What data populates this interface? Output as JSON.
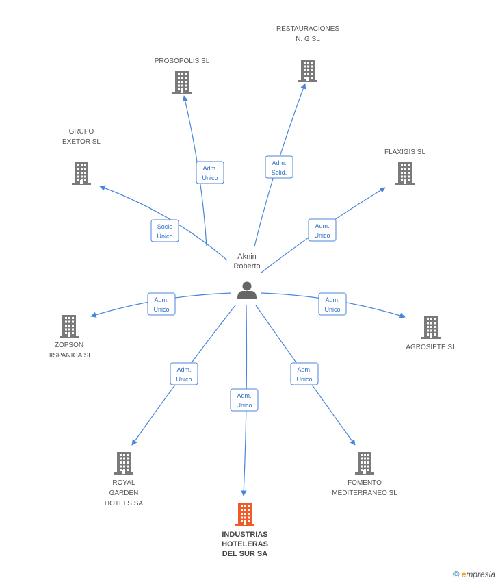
{
  "person": {
    "lines": [
      "Aknin",
      "Roberto"
    ],
    "icon": "person-icon"
  },
  "colors": {
    "edge": "#4a86d8",
    "company": "#7a7a7a",
    "highlight": "#f05a28"
  },
  "companies": [
    {
      "id": "prosopolis",
      "lines": [
        "PROSOPOLIS SL"
      ],
      "role": [
        "Adm.",
        "Unico"
      ],
      "highlight": false
    },
    {
      "id": "restauraciones",
      "lines": [
        "RESTAURACIONES",
        "N. G SL"
      ],
      "role": [
        "Adm.",
        "Solid."
      ],
      "highlight": false
    },
    {
      "id": "grupo-exetor",
      "lines": [
        "GRUPO",
        "EXETOR SL"
      ],
      "role": [
        "Socio",
        "Único"
      ],
      "highlight": false
    },
    {
      "id": "flaxigis",
      "lines": [
        "FLAXIGIS SL"
      ],
      "role": [
        "Adm.",
        "Unico"
      ],
      "highlight": false
    },
    {
      "id": "zopson",
      "lines": [
        "ZOPSON",
        "HISPANICA SL"
      ],
      "role": [
        "Adm.",
        "Unico"
      ],
      "highlight": false
    },
    {
      "id": "agrosiete",
      "lines": [
        "AGROSIETE SL"
      ],
      "role": [
        "Adm.",
        "Unico"
      ],
      "highlight": false
    },
    {
      "id": "royal-garden",
      "lines": [
        "ROYAL",
        "GARDEN",
        "HOTELS SA"
      ],
      "role": [
        "Adm.",
        "Unico"
      ],
      "highlight": false
    },
    {
      "id": "fomento",
      "lines": [
        "FOMENTO",
        "MEDITERRANEO SL"
      ],
      "role": [
        "Adm.",
        "Unico"
      ],
      "highlight": false
    },
    {
      "id": "industrias",
      "lines": [
        "INDUSTRIAS",
        "HOTELERAS",
        "DEL SUR SA"
      ],
      "role": [
        "Adm.",
        "Unico"
      ],
      "highlight": true
    }
  ],
  "footer": {
    "copyright": "©",
    "brand_initial": "e",
    "brand_rest": "mpresia"
  }
}
